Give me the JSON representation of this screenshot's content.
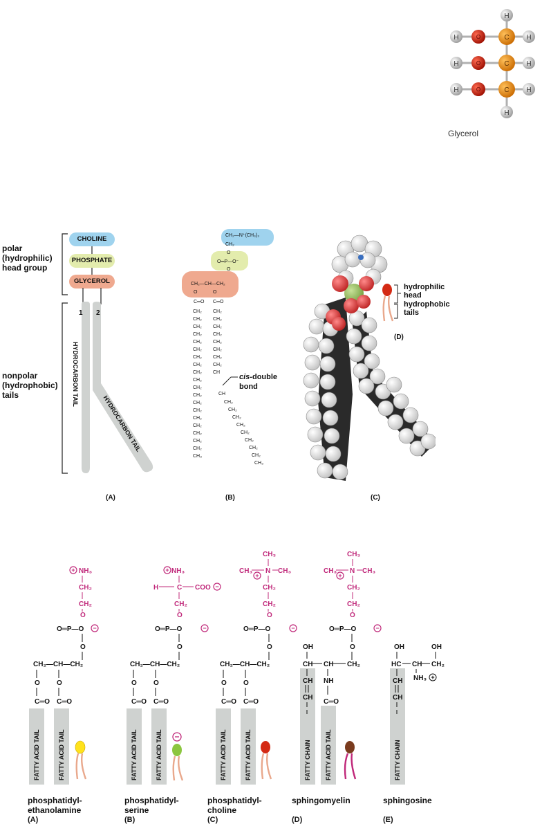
{
  "glycerol": {
    "label": "Glycerol",
    "h": "H",
    "o": "O",
    "c": "C"
  },
  "panel_a": {
    "polar_label": [
      "polar",
      "(hydrophilic)",
      "head group"
    ],
    "nonpolar_label": [
      "nonpolar",
      "(hydrophobic)",
      "tails"
    ],
    "choline": "CHOLINE",
    "phosphate": "PHOSPHATE",
    "glycerol": "GLYCEROL",
    "tail1_num": "1",
    "tail2_num": "2",
    "tail1_text": "HYDROCARBON TAIL",
    "tail2_text": "HYDROCARBON TAIL",
    "caption": "(A)"
  },
  "panel_b": {
    "head_group": "CH₂—N⁺(CH₃)₃",
    "ch2": "CH₂",
    "o": "O",
    "phosphate": "O═P—O⁻",
    "glycerol": "CH₂—CH—CH₂",
    "ester": "C═O",
    "ch3": "CH₃",
    "ch": "CH",
    "cis_label": [
      "cis-double",
      "bond"
    ],
    "caption": "(B)"
  },
  "panel_c": {
    "caption": "(C)"
  },
  "panel_d_legend": {
    "head": [
      "hydrophilic",
      "head"
    ],
    "tails": [
      "hydrophobic",
      "tails"
    ],
    "caption": "(D)"
  },
  "lipids": [
    {
      "name": [
        "phosphatidyl-",
        "ethanolamine"
      ],
      "caption": "(A)"
    },
    {
      "name": [
        "phosphatidyl-",
        "serine"
      ],
      "caption": "(B)"
    },
    {
      "name": [
        "phosphatidyl-",
        "choline"
      ],
      "caption": "(C)"
    },
    {
      "name": [
        "sphingomyelin"
      ],
      "caption": "(D)"
    },
    {
      "name": [
        "sphingosine"
      ],
      "caption": "(E)"
    }
  ],
  "chem": {
    "nh3": "NH₃",
    "ch2": "CH₂",
    "o": "O",
    "p": "O═P—O",
    "glyc": "CH₂—CH—CH₂",
    "co": "C═O",
    "ch3": "CH₃",
    "n": "N",
    "coo": "COO",
    "h": "H",
    "c": "C",
    "oh": "OH",
    "ch": "CH",
    "hc": "HC",
    "nh": "NH",
    "plus": "+",
    "minus": "−",
    "fatty_acid_tail": "FATTY ACID TAIL",
    "fatty_chain": "FATTY CHAIN"
  },
  "colors": {
    "choline": "#9fd3ee",
    "phosphate": "#e3ecad",
    "glycerol": "#efa98f",
    "tail_gray": "#cfd2d0",
    "pink": "#c0287a",
    "pe_head": "#ffe21c",
    "ps_head": "#8cc63f",
    "pc_head": "#d42a14",
    "sm_head": "#7a3b1e"
  }
}
